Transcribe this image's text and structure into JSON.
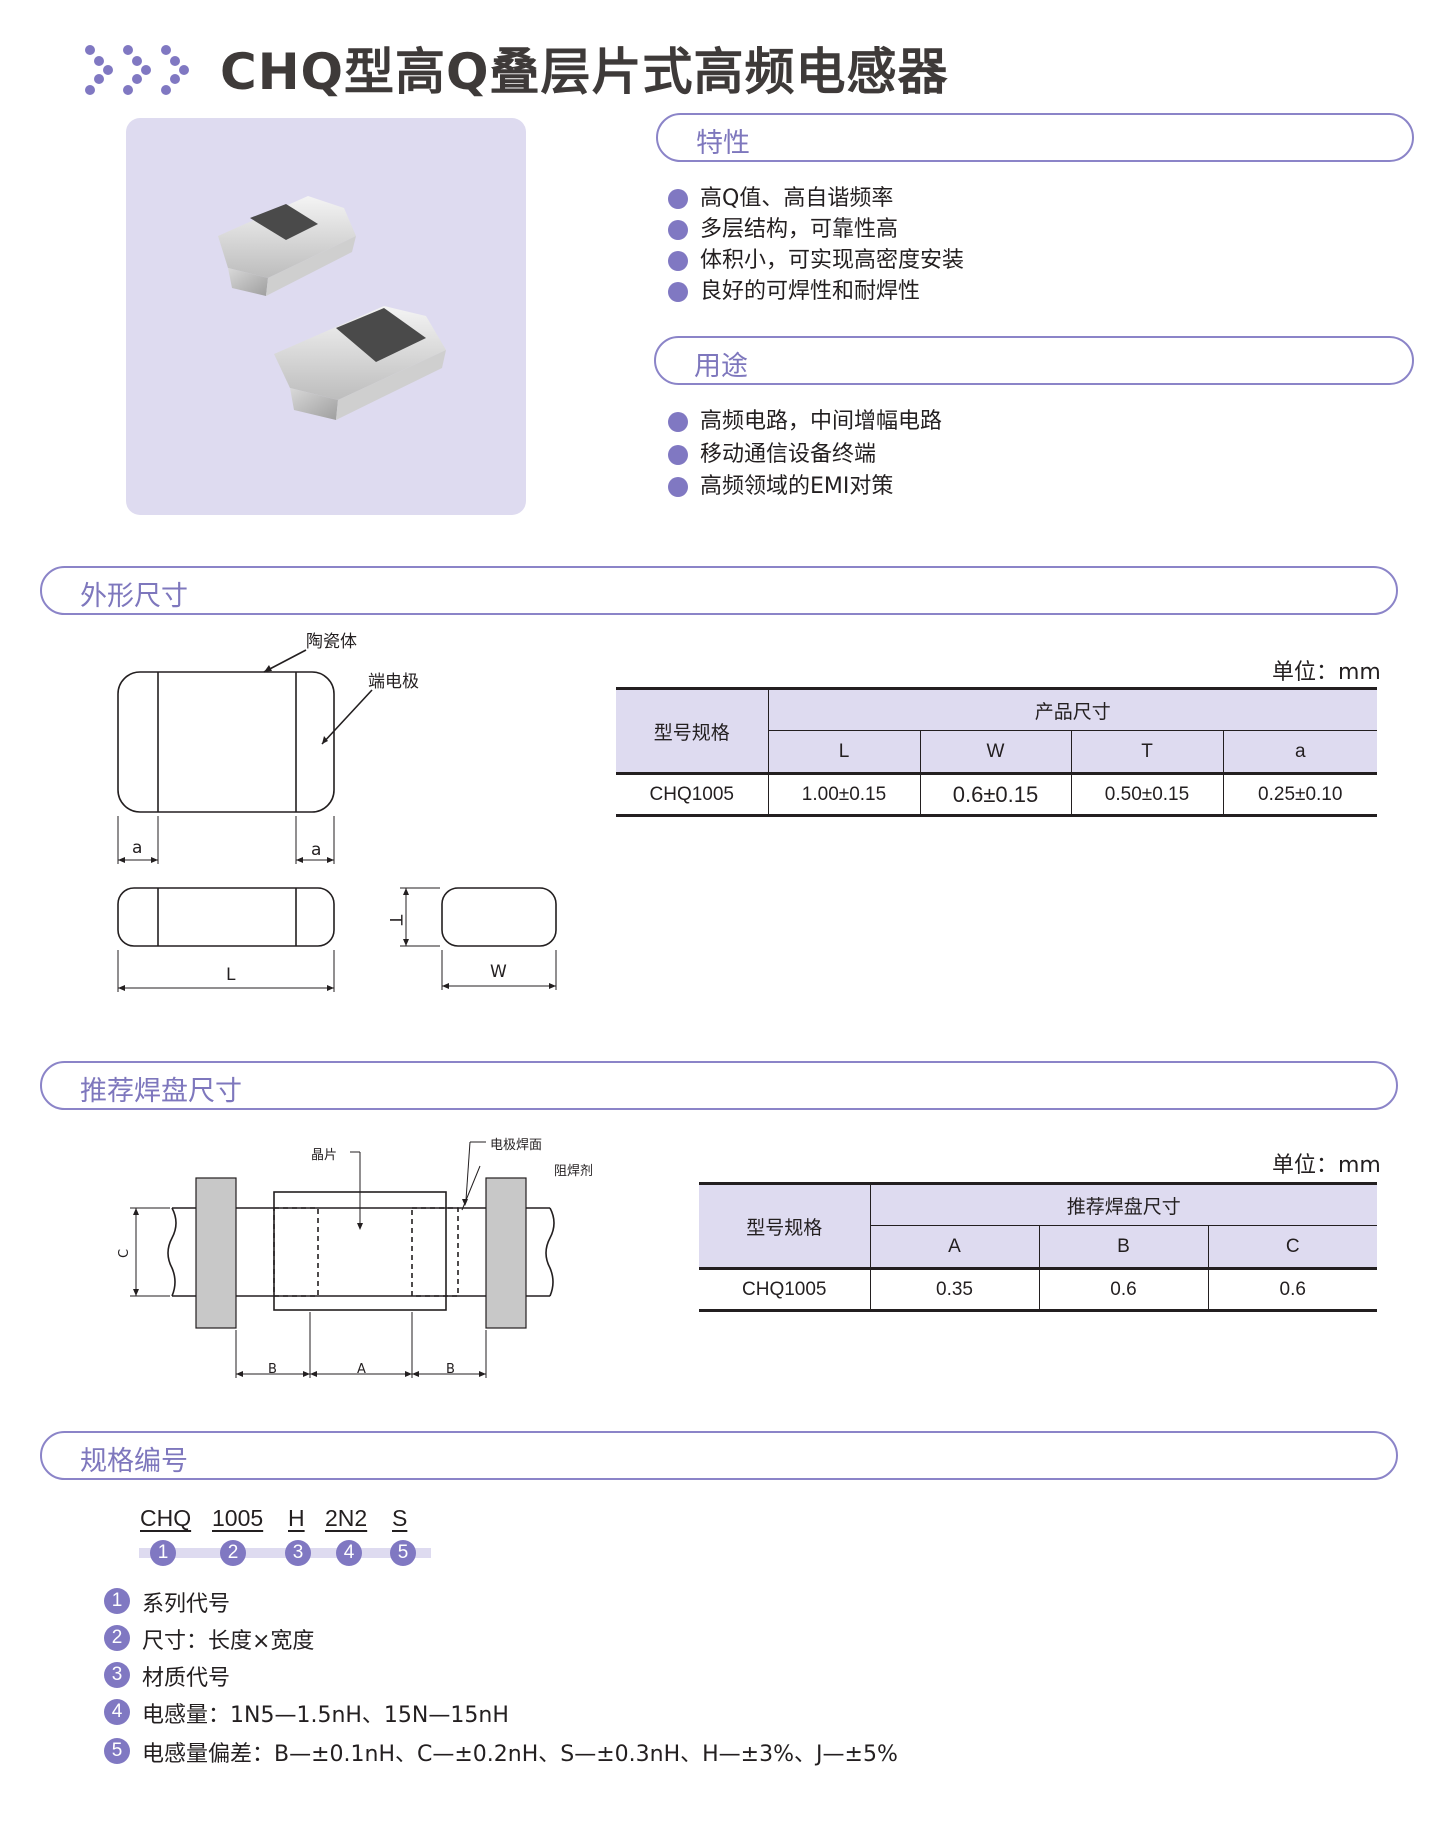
{
  "title": "CHQ型高Q叠层片式高频电感器",
  "features": {
    "heading": "特性",
    "items": [
      "高Q值、高自谐频率",
      "多层结构，可靠性高",
      "体积小，可实现高密度安装",
      "良好的可焊性和耐焊性"
    ]
  },
  "uses": {
    "heading": "用途",
    "items": [
      "高频电路，中间增幅电路",
      "移动通信设备终端",
      "高频领域的EMI对策"
    ]
  },
  "dimensions": {
    "heading": "外形尺寸",
    "diagram": {
      "ceramic_body": "陶瓷体",
      "terminal": "端电极",
      "a_left": "a",
      "a_right": "a",
      "L": "L",
      "T": "T",
      "W": "W"
    },
    "unit": "单位：mm",
    "table": {
      "model_header": "型号规格",
      "group_header": "产品尺寸",
      "columns": [
        "L",
        "W",
        "T",
        "a"
      ],
      "rows": [
        {
          "model": "CHQ1005",
          "values": [
            "1.00±0.15",
            "0.6±0.15",
            "0.50±0.15",
            "0.25±0.10"
          ]
        }
      ]
    }
  },
  "pads": {
    "heading": "推荐焊盘尺寸",
    "diagram": {
      "chip": "晶片",
      "electrode": "电极焊面",
      "resist": "阻焊剂",
      "C": "C",
      "B_left": "B",
      "A": "A",
      "B_right": "B"
    },
    "unit": "单位：mm",
    "table": {
      "model_header": "型号规格",
      "group_header": "推荐焊盘尺寸",
      "columns": [
        "A",
        "B",
        "C"
      ],
      "rows": [
        {
          "model": "CHQ1005",
          "values": [
            "0.35",
            "0.6",
            "0.6"
          ]
        }
      ]
    }
  },
  "part_number": {
    "heading": "规格编号",
    "segments": [
      "CHQ",
      "1005",
      "H",
      "2N2",
      "S"
    ],
    "markers": [
      "1",
      "2",
      "3",
      "4",
      "5"
    ],
    "legend": [
      {
        "num": "1",
        "text": "系列代号"
      },
      {
        "num": "2",
        "text": "尺寸：长度×宽度"
      },
      {
        "num": "3",
        "text": "材质代号"
      },
      {
        "num": "4",
        "text": "电感量：1N5—1.5nH、15N—15nH"
      },
      {
        "num": "5",
        "text": "电感量偏差：B—±0.1nH、C—±0.2nH、S—±0.3nH、H—±3%、J—±5%"
      }
    ]
  },
  "colors": {
    "accent": "#8078c2",
    "accent_text": "#7e77bd",
    "panel_bg": "#dedbf0",
    "pad_gray": "#c8c8c8"
  }
}
